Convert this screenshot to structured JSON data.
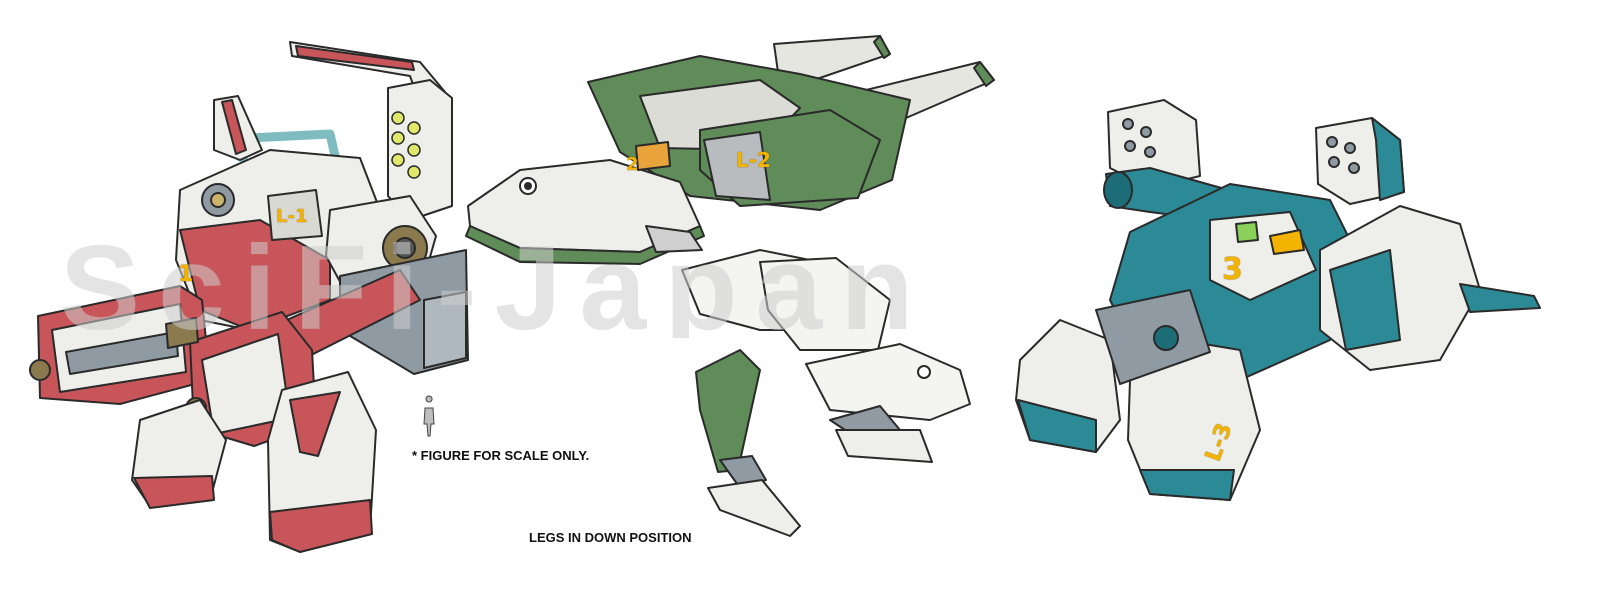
{
  "captions": {
    "scale_note": "* FIGURE FOR SCALE ONLY.",
    "legs_note": "LEGS IN DOWN POSITION"
  },
  "watermark": {
    "text": "SciFi-Japan"
  },
  "unit_marks": {
    "mecha1_number": "1",
    "mecha1_code": "L-1",
    "mecha2_number": "2",
    "mecha2_code": "L-2",
    "mecha3_number": "3",
    "mecha3_code": "L-3"
  },
  "colors": {
    "mecha1_accent": "#c8555a",
    "mecha2_accent": "#5f8c58",
    "mecha3_accent": "#2b8a96",
    "panel_white": "#eeeeea",
    "panel_grey": "#8f9aa3",
    "marking_yellow": "#f2b400"
  },
  "icons": [
    "scale-figure-icon"
  ]
}
